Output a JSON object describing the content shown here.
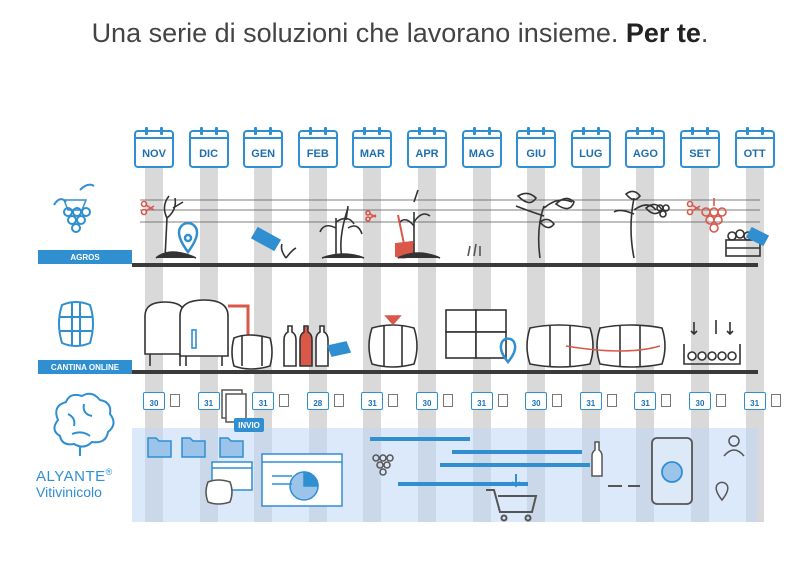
{
  "header": {
    "title_regular": "Una serie di soluzioni che lavorano insieme.",
    "title_bold": "Per te",
    "title_end": "."
  },
  "months": [
    "NOV",
    "DIC",
    "GEN",
    "FEB",
    "MAR",
    "APR",
    "MAG",
    "GIU",
    "LUG",
    "AGO",
    "SET",
    "OTT"
  ],
  "day_markers": [
    "30",
    "31",
    "31",
    "28",
    "31",
    "30",
    "31",
    "30",
    "31",
    "31",
    "30",
    "31"
  ],
  "rows": {
    "agros": "AGROS",
    "cantina": "CANTINA ONLINE"
  },
  "alyante": {
    "name": "ALYANTE",
    "reg": "®",
    "sub": "Vitivinicolo",
    "invio": "INVIO"
  },
  "colors": {
    "accent": "#2f8fd1",
    "stripe": "#d9d9d9",
    "line": "#3a3a3a",
    "wine": "#d9584a",
    "overlay": "#bed7f5"
  },
  "icons": [
    "grapes-icon",
    "barrel-icon",
    "brain-icon",
    "scissors-icon",
    "location-pin-icon",
    "price-tag-icon",
    "vine-icon",
    "shovel-icon",
    "wine-tank-icon",
    "wine-bottle-icon",
    "box-icon",
    "folder-icon",
    "chart-icon",
    "shopping-cart-icon",
    "smartphone-icon",
    "user-icon",
    "document-icon"
  ]
}
